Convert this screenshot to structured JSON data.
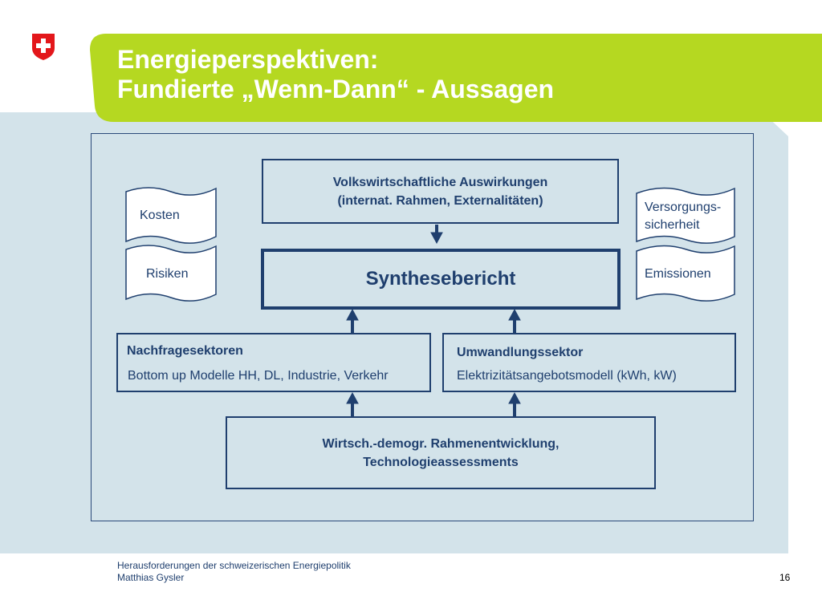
{
  "slide": {
    "title_line1": "Energieperspektiven:",
    "title_line2": "Fundierte „Wenn-Dann“ - Aussagen",
    "colors": {
      "accent_green": "#b5d821",
      "panel_bg": "#d3e3ea",
      "box_border": "#1f3f6e",
      "flag_red": "#e3171b"
    }
  },
  "diagram": {
    "volkswirtschaft": {
      "line1": "Volkswirtschaftliche Auswirkungen",
      "line2": "(internat. Rahmen, Externalitäten)"
    },
    "synthesebericht": "Synthesebericht",
    "nachfrage": {
      "heading": "Nachfragesektoren",
      "text": "Bottom up Modelle HH, DL, Industrie, Verkehr"
    },
    "umwandlung": {
      "heading": "Umwandlungssektor",
      "text": "Elektrizitätsangebotsmodell (kWh, kW)"
    },
    "rahmen": {
      "line1": "Wirtsch.-demogr. Rahmenentwicklung,",
      "line2": "Technologieassessments"
    },
    "documents": {
      "kosten": "Kosten",
      "risiken": "Risiken",
      "versorgung_line1": "Versorgungs-",
      "versorgung_line2": "sicherheit",
      "emissionen": "Emissionen"
    }
  },
  "footer": {
    "line1": "Herausforderungen der schweizerischen Energiepolitik",
    "line2": "Matthias Gysler",
    "page_number": "16"
  }
}
